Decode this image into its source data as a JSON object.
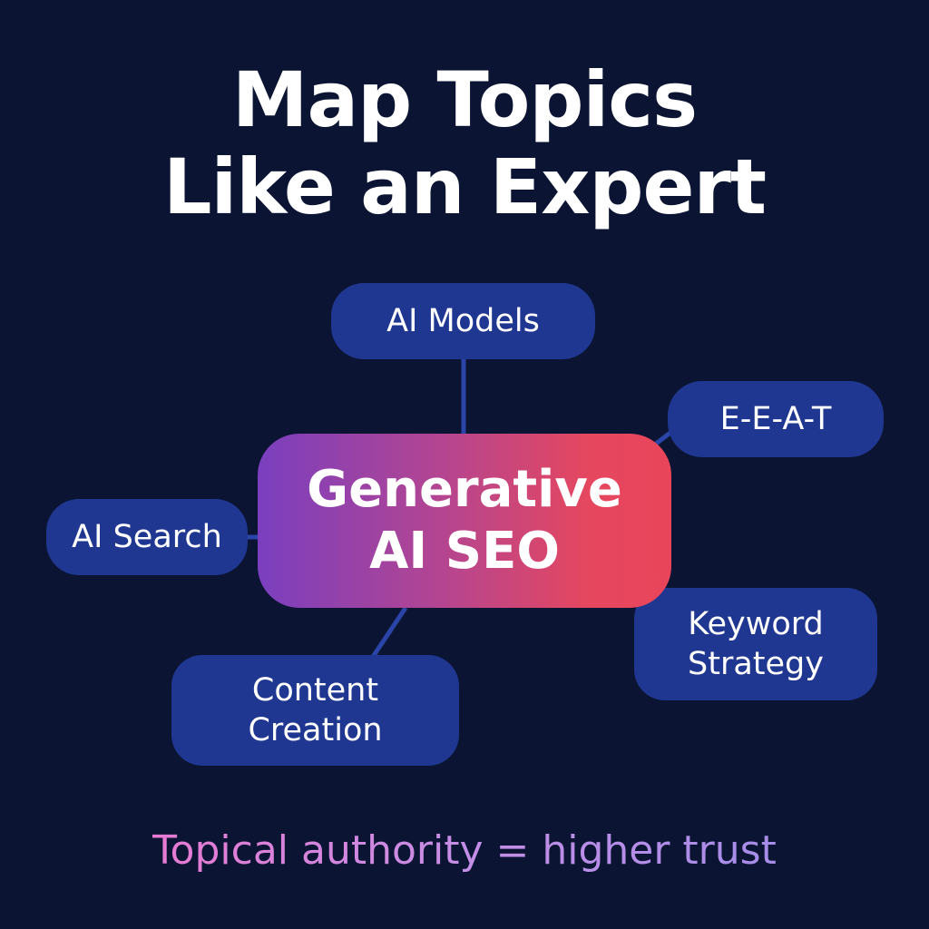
{
  "title": {
    "line1": "Map Topics",
    "line2": "Like an Expert"
  },
  "center": {
    "line1": "Generative",
    "line2": "AI SEO"
  },
  "nodes": {
    "ai_models": {
      "label": "AI Models"
    },
    "eeat": {
      "label": "E-E-A-T"
    },
    "ai_search": {
      "label": "AI Search"
    },
    "keyword_strategy": {
      "line1": "Keyword",
      "line2": "Strategy"
    },
    "content_creation": {
      "line1": "Content",
      "line2": "Creation"
    }
  },
  "tagline": "Topical authority = higher trust",
  "colors": {
    "background": "#0b1533",
    "node_fill": "#1f3791",
    "center_gradient_start": "#7a3fbf",
    "center_gradient_end": "#e9455a",
    "connector": "#2a44a8",
    "tagline_gradient_start": "#e77ad3",
    "tagline_gradient_end": "#a68de8"
  }
}
